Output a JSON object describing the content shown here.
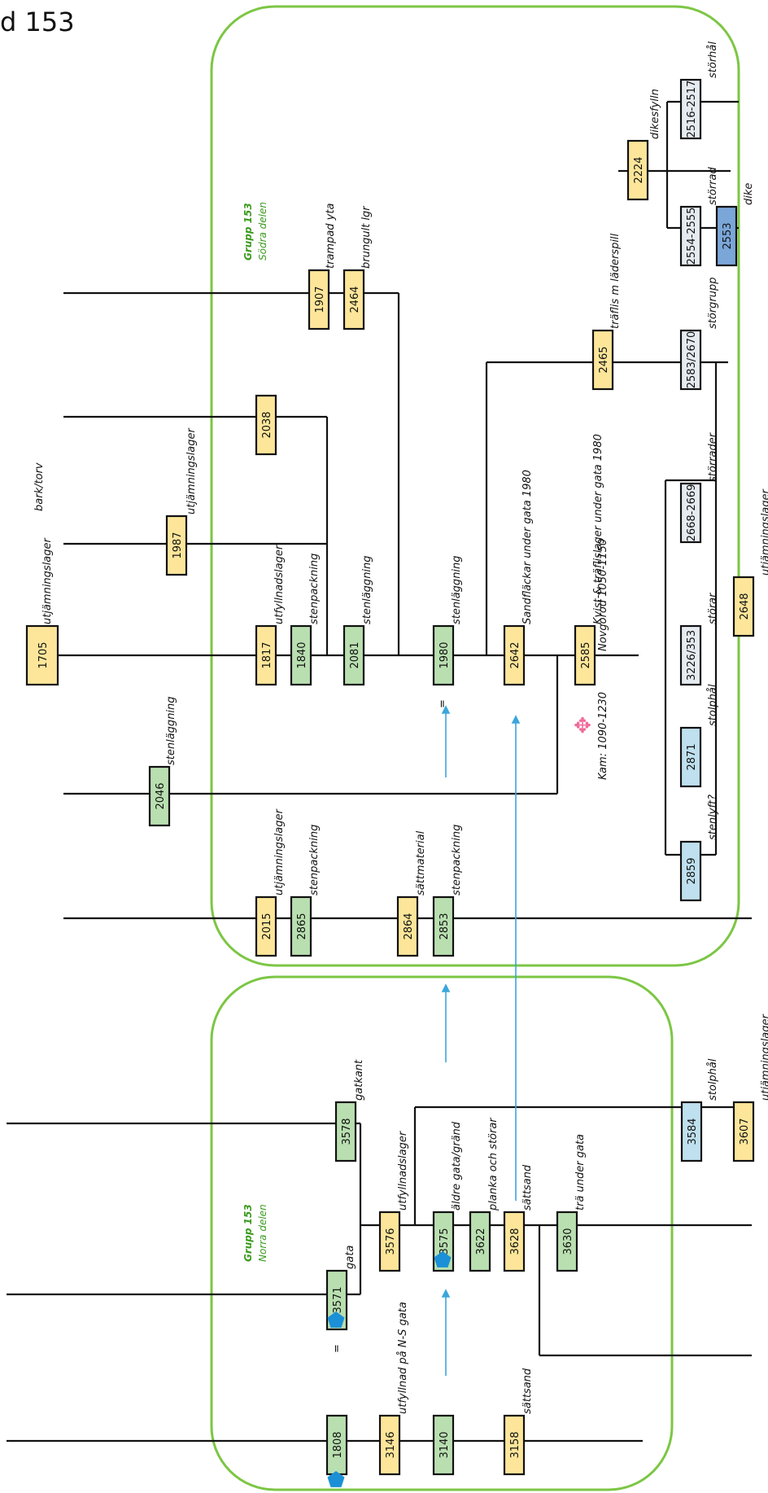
{
  "title": "d 153",
  "colors": {
    "yellow": "#fde69a",
    "green": "#b9dfb0",
    "light_blue": "#bfe0ee",
    "blue": "#7aa6d8",
    "light_gray": "#e5ebf0",
    "group_border": "#7cc644",
    "group_text": "#3b9a1e",
    "arrow": "#3aa6dc",
    "marker": "#1b90d6",
    "star": "#f06b9a"
  },
  "groups": {
    "south": {
      "title": "Grupp 153",
      "subtitle": "Södra delen"
    },
    "north": {
      "title": "Grupp 153",
      "subtitle": "Norra delen"
    }
  },
  "contexts": [
    {
      "id": "1705",
      "color": "yellow",
      "label": "utjämningslager"
    },
    {
      "id": "1987",
      "color": "yellow",
      "label": "utjämningslager"
    },
    {
      "id": "2038",
      "color": "yellow",
      "label": ""
    },
    {
      "id": "1907",
      "color": "yellow",
      "label": "trampad yta"
    },
    {
      "id": "2464",
      "color": "yellow",
      "label": "brungult lgr"
    },
    {
      "id": "2046",
      "color": "green",
      "label": "stenläggning"
    },
    {
      "id": "1817",
      "color": "yellow",
      "label": "utfyllnadslager"
    },
    {
      "id": "1840",
      "color": "green",
      "label": "stenpackning"
    },
    {
      "id": "2081",
      "color": "green",
      "label": "stenläggning"
    },
    {
      "id": "1980",
      "color": "green",
      "label": "stenläggning"
    },
    {
      "id": "2642",
      "color": "yellow",
      "label": "Sandfläckar under gata 1980"
    },
    {
      "id": "2585",
      "color": "yellow",
      "label": "Kvist-& träflislager under gata 1980"
    },
    {
      "id": "2465",
      "color": "yellow",
      "label": "träflis m läderspill"
    },
    {
      "id": "2224",
      "color": "yellow",
      "label": "dikesfylln"
    },
    {
      "id": "2516-2517",
      "color": "light_gray",
      "label": "störhål"
    },
    {
      "id": "2554-2555",
      "color": "light_gray",
      "label": "störrad"
    },
    {
      "id": "2553",
      "color": "blue",
      "label": "dike"
    },
    {
      "id": "2583/2670",
      "color": "light_gray",
      "label": "störgrupp"
    },
    {
      "id": "2668-2669",
      "color": "light_gray",
      "label": "störrader"
    },
    {
      "id": "3226/353",
      "color": "light_gray",
      "label": "störar"
    },
    {
      "id": "2871",
      "color": "light_blue",
      "label": "stolphål"
    },
    {
      "id": "2859",
      "color": "light_blue",
      "label": "stenlyft?"
    },
    {
      "id": "2648",
      "color": "yellow",
      "label": "utjämningslager"
    },
    {
      "id": "2015",
      "color": "yellow",
      "label": "utjämningslager"
    },
    {
      "id": "2865",
      "color": "green",
      "label": "stenpackning"
    },
    {
      "id": "2864",
      "color": "yellow",
      "label": "sättmaterial"
    },
    {
      "id": "2853",
      "color": "green",
      "label": "stenpackning"
    },
    {
      "id": "3578",
      "color": "green",
      "label": "gatkant"
    },
    {
      "id": "3571",
      "color": "green",
      "label": "gata"
    },
    {
      "id": "3576",
      "color": "yellow",
      "label": "utfyllnadslager"
    },
    {
      "id": "3575",
      "color": "green",
      "label": "äldre gata/gränd"
    },
    {
      "id": "3622",
      "color": "green",
      "label": "planka och störar"
    },
    {
      "id": "3628",
      "color": "yellow",
      "label": "sättsand"
    },
    {
      "id": "3630",
      "color": "green",
      "label": "trä under gata"
    },
    {
      "id": "3584",
      "color": "light_blue",
      "label": "stolphål"
    },
    {
      "id": "3607",
      "color": "yellow",
      "label": "utjämningslager"
    },
    {
      "id": "1808",
      "color": "green",
      "label": ""
    },
    {
      "id": "3146",
      "color": "yellow",
      "label": "utfyllnad på N-S gata"
    },
    {
      "id": "3140",
      "color": "green",
      "label": ""
    },
    {
      "id": "3158",
      "color": "yellow",
      "label": "sättsand"
    }
  ],
  "free_labels": {
    "bark_torv": "bark/torv",
    "novgorod": "Novgorod 1050-1150",
    "kam": "Kam: 1090-1230",
    "equals_south": "=",
    "equals_north": "="
  }
}
